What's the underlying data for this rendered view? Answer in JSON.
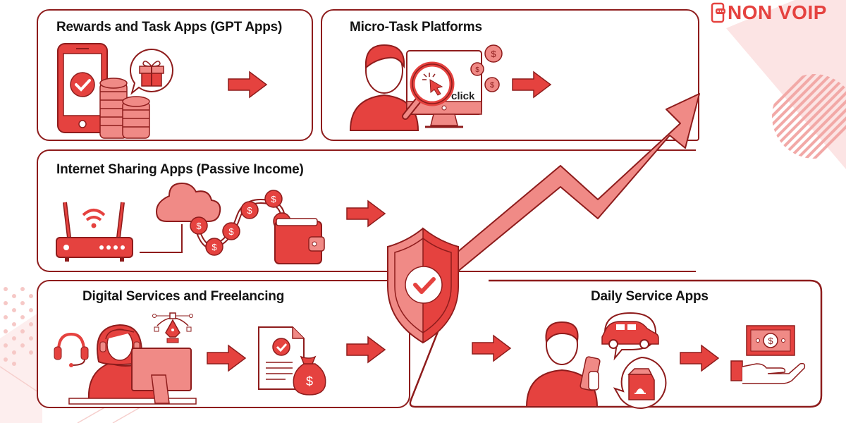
{
  "brand": {
    "logo_text": "NON VOIP",
    "logo_icon": "phone-chat-icon",
    "color_primary": "#e5423f",
    "color_outline": "#8e1c1c",
    "color_fill_light": "#f08a86",
    "color_bg_accent": "#fce4e4"
  },
  "panels": [
    {
      "id": "rewards",
      "title": "Rewards and Task Apps (GPT Apps)",
      "icons": [
        "smartphone-check-icon",
        "coin-stack-icon",
        "gift-bubble-icon",
        "arrow-right-icon"
      ]
    },
    {
      "id": "microtask",
      "title": "Micro-Task Platforms",
      "click_label": "click",
      "icons": [
        "person-icon",
        "magnifier-cursor-icon",
        "monitor-icon",
        "dollar-coin-icon",
        "arrow-right-icon"
      ]
    },
    {
      "id": "internet-sharing",
      "title": "Internet Sharing Apps (Passive Income)",
      "icons": [
        "wifi-router-icon",
        "cloud-icon",
        "coin-chain-icon",
        "wallet-icon",
        "arrow-right-icon"
      ]
    },
    {
      "id": "digital-services",
      "title": "Digital Services and Freelancing",
      "icons": [
        "headset-icon",
        "freelancer-woman-icon",
        "pen-tool-icon",
        "computer-icon",
        "arrow-right-icon",
        "invoice-check-icon",
        "money-bag-icon",
        "arrow-right-icon"
      ]
    },
    {
      "id": "daily-service",
      "title": "Daily Service Apps",
      "icons": [
        "arrow-right-icon",
        "person-phone-icon",
        "car-bubble-icon",
        "food-bag-bubble-icon",
        "arrow-right-icon",
        "cash-hand-icon"
      ]
    }
  ],
  "center": {
    "shield_icon": "shield-check-icon",
    "growth_arrow_icon": "growth-arrow-icon"
  }
}
